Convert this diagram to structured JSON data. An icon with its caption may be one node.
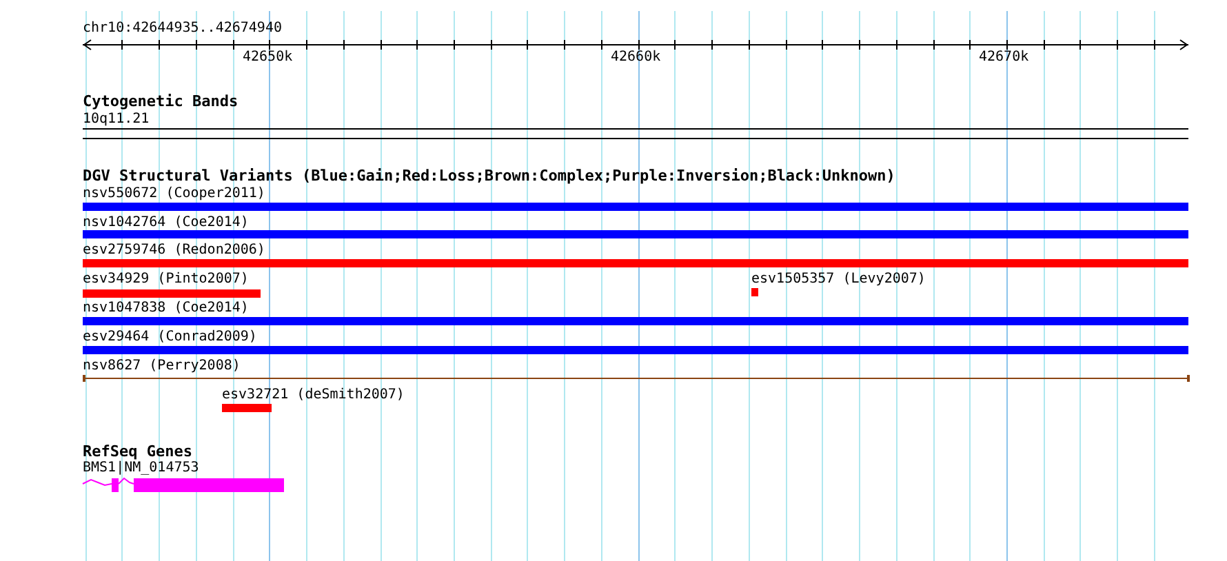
{
  "diagram": {
    "title": "chr10:42644935..42674940",
    "labels": [
      "42650k",
      "42660k",
      "42670k",
      "Cytogenetic Bands",
      "10q11.21",
      "DGV Structural Variants (Blue:Gain;Red:Loss;Brown:Complex;Purple:Inversion;Black:Unknown)",
      "nsv550672 (Cooper2011)",
      "nsv1042764 (Coe2014)",
      "esv2759746 (Redon2006)",
      "esv34929 (Pinto2007)",
      "esv1505357 (Levy2007)",
      "nsv1047838 (Coe2014)",
      "esv29464 (Conrad2009)",
      "nsv8627 (Perry2008)",
      "esv32721 (deSmith2007)",
      "RefSeq Genes",
      "BMS1|NM_014753"
    ]
  }
}
